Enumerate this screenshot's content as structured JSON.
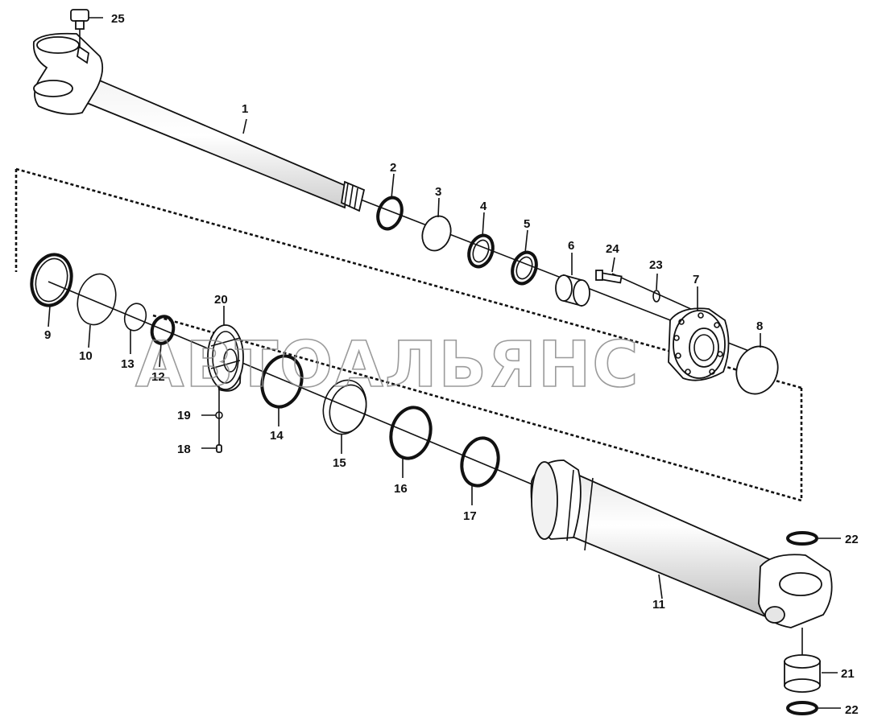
{
  "watermark": "АВТОАЛЬЯНС",
  "parts": {
    "p1": "1",
    "p2": "2",
    "p3": "3",
    "p4": "4",
    "p5": "5",
    "p6": "6",
    "p7": "7",
    "p8": "8",
    "p9": "9",
    "p10": "10",
    "p11": "11",
    "p12": "12",
    "p13": "13",
    "p14": "14",
    "p15": "15",
    "p16": "16",
    "p17": "17",
    "p18": "18",
    "p19": "19",
    "p20": "20",
    "p21": "21",
    "p22a": "22",
    "p22b": "22",
    "p23": "23",
    "p24": "24",
    "p25": "25"
  }
}
